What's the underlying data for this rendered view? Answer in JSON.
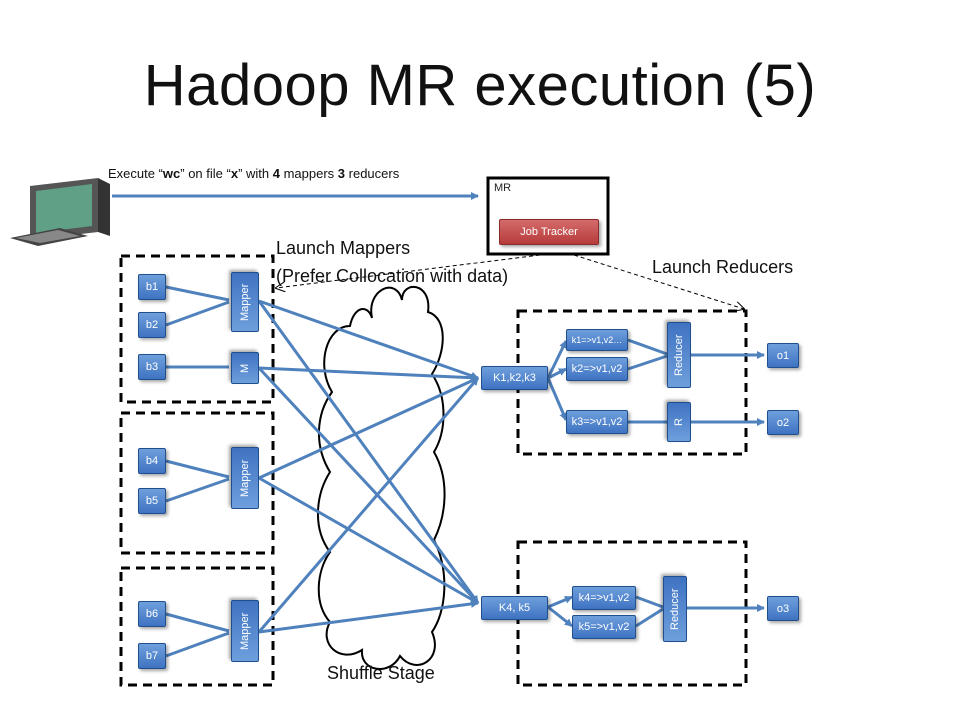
{
  "title": "Hadoop MR execution (5)",
  "command": {
    "prefix": "Execute “",
    "program": "wc",
    "mid1": "” on file “",
    "file": "x",
    "mid2": "” with ",
    "mappers": "4",
    "mid3": " mappers ",
    "reducers": "3",
    "suffix": " reducers"
  },
  "cluster": {
    "label": "MR",
    "job_tracker": "Job Tracker"
  },
  "launch_mappers": {
    "line1": "Launch Mappers",
    "line2": "(Prefer Collocation with data)"
  },
  "launch_reducers": "Launch Reducers",
  "shuffle_label": "Shuffle Stage",
  "blocks": [
    "b1",
    "b2",
    "b3",
    "b4",
    "b5",
    "b6",
    "b7"
  ],
  "mappers": [
    "Mapper",
    "M",
    "Mapper",
    "Mapper"
  ],
  "partitions": [
    "K1,k2,k3",
    "K4, k5"
  ],
  "groups": [
    "k1=>v1,v2…",
    "k2=>v1,v2",
    "k3=>v1,v2",
    "k4=>v1,v2",
    "k5=>v1,v2"
  ],
  "reducers": [
    "Reducer",
    "R",
    "Reducer"
  ],
  "outputs": [
    "o1",
    "o2",
    "o3"
  ],
  "colors": {
    "box_blue": "#4a7fcc",
    "box_red": "#c0504d",
    "arrow": "#4f81bd",
    "dashed": "#000000"
  }
}
